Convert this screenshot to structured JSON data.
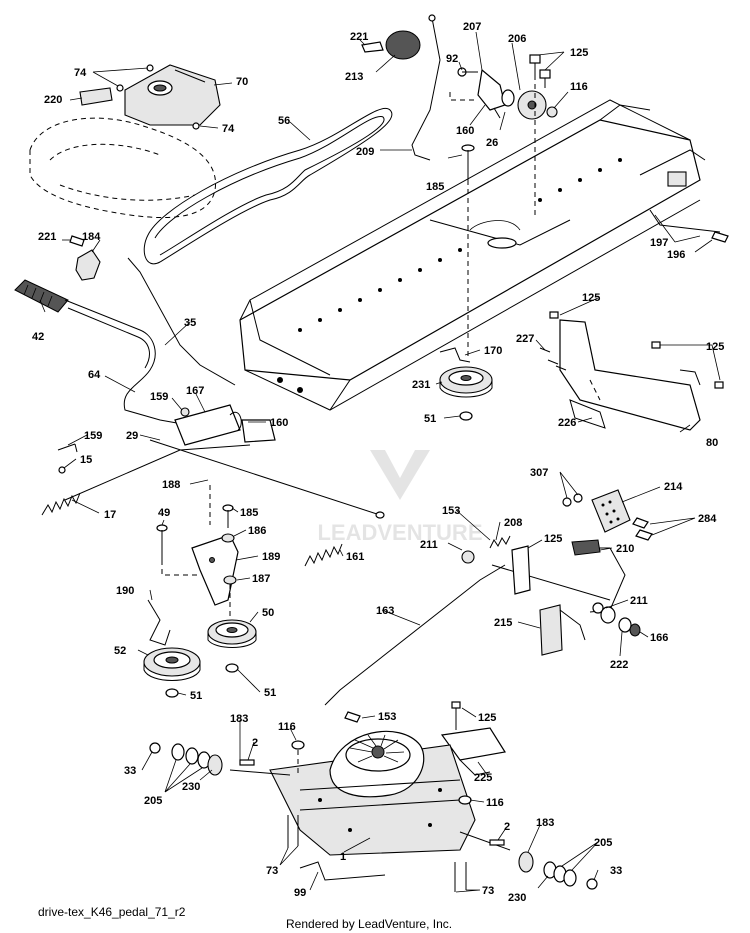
{
  "drawing_code": "drive-tex_K46_pedal_71_r2",
  "render_credit": "Rendered by LeadVenture, Inc.",
  "watermark_text": "LEADVENTURE",
  "callouts": {
    "c221a": "221",
    "c213": "213",
    "c207": "207",
    "c92": "92",
    "c206": "206",
    "c125a": "125",
    "c116a": "116",
    "c74a": "74",
    "c70": "70",
    "c220": "220",
    "c74b": "74",
    "c56": "56",
    "c160a": "160",
    "c26": "26",
    "c209": "209",
    "c185a": "185",
    "c197": "197",
    "c196": "196",
    "c221b": "221",
    "c184": "184",
    "c42": "42",
    "c35": "35",
    "c125b": "125",
    "c227": "227",
    "c125c": "125",
    "c170": "170",
    "c231": "231",
    "c51a": "51",
    "c64": "64",
    "c167": "167",
    "c159a": "159",
    "c160b": "160",
    "c29": "29",
    "c159b": "159",
    "c15": "15",
    "c17": "17",
    "c188": "188",
    "c80": "80",
    "c226": "226",
    "c307": "307",
    "c214": "214",
    "c284": "284",
    "c49": "49",
    "c185b": "185",
    "c186": "186",
    "c189": "189",
    "c161": "161",
    "c187": "187",
    "c153a": "153",
    "c208": "208",
    "c211a": "211",
    "c125d": "125",
    "c210": "210",
    "c190": "190",
    "c50": "50",
    "c163": "163",
    "c215": "215",
    "c211b": "211",
    "c52": "52",
    "c222": "222",
    "c166": "166",
    "c51b": "51",
    "c51c": "51",
    "c153b": "153",
    "c125e": "125",
    "c183a": "183",
    "c116b": "116",
    "c2a": "2",
    "c33a": "33",
    "c205a": "205",
    "c230a": "230",
    "c225": "225",
    "c116c": "116",
    "c2b": "2",
    "c183b": "183",
    "c205b": "205",
    "c73a": "73",
    "c1": "1",
    "c33b": "33",
    "c230b": "230",
    "c99": "99",
    "c73b": "73"
  }
}
